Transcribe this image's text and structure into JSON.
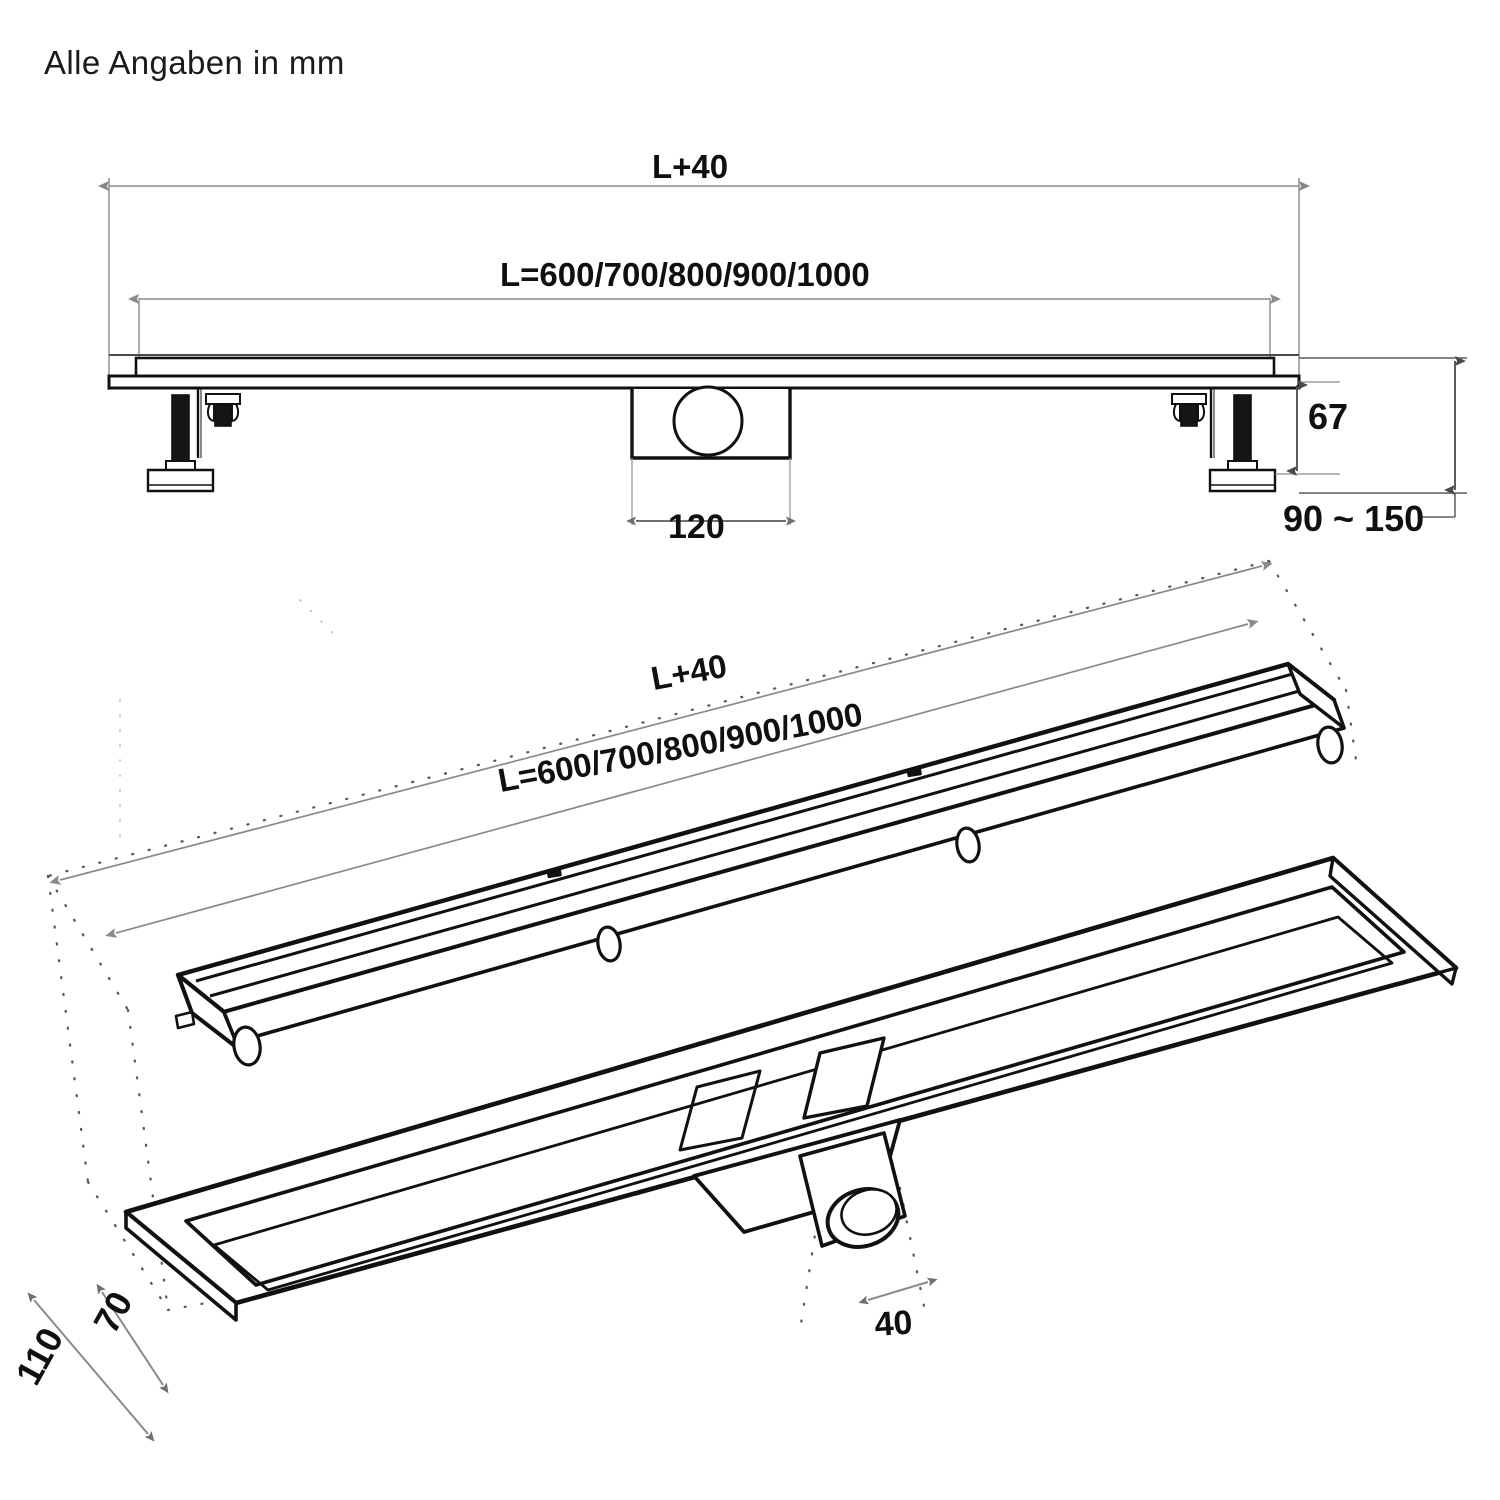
{
  "drawing": {
    "title": "Alle Angaben in mm",
    "units": "mm",
    "type": "technical-drawing",
    "product": "linear shower drain channel"
  },
  "elevation_view": {
    "name": "front-elevation",
    "dimensions": {
      "overall_length": "L+40",
      "channel_length": "L=600/700/800/900/1000",
      "outlet_width": "120",
      "body_height": "67",
      "install_height_range": "90 ~ 150"
    }
  },
  "isometric_view": {
    "name": "isometric-exploded",
    "dimensions": {
      "overall_length": "L+40",
      "channel_length": "L=600/700/800/900/1000",
      "channel_width": "70",
      "flange_width": "110",
      "outlet_diameter": "40"
    }
  },
  "chart_data": {
    "type": "table",
    "title": "Alle Angaben in mm",
    "categories": [
      "L+40",
      "L",
      "120",
      "67",
      "90 ~ 150",
      "70",
      "110",
      "40"
    ],
    "values": [
      "L+40",
      "600/700/800/900/1000",
      "120",
      "67",
      "90~150",
      "70",
      "110",
      "40"
    ],
    "xlabel": "",
    "ylabel": "",
    "legend": []
  },
  "colors": {
    "line": "#111111",
    "thin_line": "#555555",
    "dim_line": "#8a8a8a",
    "background": "#ffffff"
  }
}
